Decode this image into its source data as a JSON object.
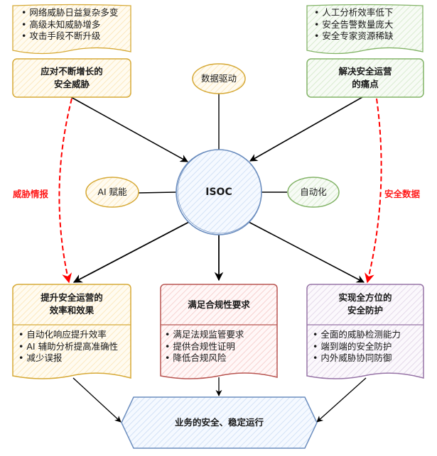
{
  "colors": {
    "yellow_stroke": "#d6b656",
    "yellow_fill": "#fff2cc",
    "green_stroke": "#82b366",
    "green_fill": "#d5e8d4",
    "blue_stroke": "#6c8ebf",
    "blue_fill": "#dae8fc",
    "red_stroke": "#b85450",
    "red_fill": "#f8cecc",
    "purple_stroke": "#9673a6",
    "purple_fill": "#e1d5e7",
    "dashed_arrow": "#ff0000",
    "arrow": "#000000"
  },
  "top_left": {
    "notes": [
      "网络威胁日益复杂多变",
      "高级未知威胁增多",
      "攻击手段不断升级"
    ],
    "title_line1": "应对不断增长的",
    "title_line2": "安全威胁"
  },
  "top_right": {
    "notes": [
      "人工分析效率低下",
      "安全告警数量庞大",
      "安全专家资源稀缺"
    ],
    "title_line1": "解决安全运营",
    "title_line2": "的痛点"
  },
  "center": {
    "label": "ISOC",
    "satellites": {
      "top": "数据驱动",
      "left": "AI 赋能",
      "right": "自动化"
    }
  },
  "side_labels": {
    "left": "威胁情报",
    "right": "安全数据"
  },
  "bottom_left": {
    "title_line1": "提升安全运营的",
    "title_line2": "效率和效果",
    "notes": [
      "自动化响应提升效率",
      "AI 辅助分析提高准确性",
      "减少误报"
    ]
  },
  "bottom_center": {
    "title_line1": "满足合规性要求",
    "notes": [
      "满足法规监管要求",
      "提供合规性证明",
      "降低合规风险"
    ]
  },
  "bottom_right": {
    "title_line1": "实现全方位的",
    "title_line2": "安全防护",
    "notes": [
      "全面的威胁检测能力",
      "端到端的安全防护",
      "内外威胁协同防御"
    ]
  },
  "outcome": {
    "label": "业务的安全、稳定运行"
  }
}
